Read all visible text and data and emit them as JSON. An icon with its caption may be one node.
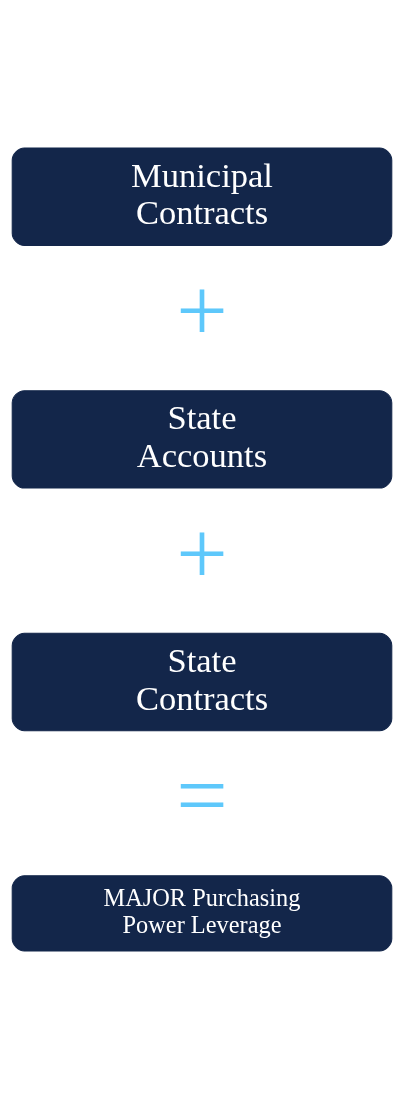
{
  "diagram": {
    "nodes": [
      {
        "text": [
          "Municipal Contracts"
        ]
      },
      {
        "text": [
          "State Accounts"
        ]
      },
      {
        "text": [
          "State Contracts"
        ]
      },
      {
        "text": [
          "MAJOR Purchasing Power Leverage"
        ]
      }
    ],
    "labels": [
      "+",
      "+",
      "="
    ]
  }
}
